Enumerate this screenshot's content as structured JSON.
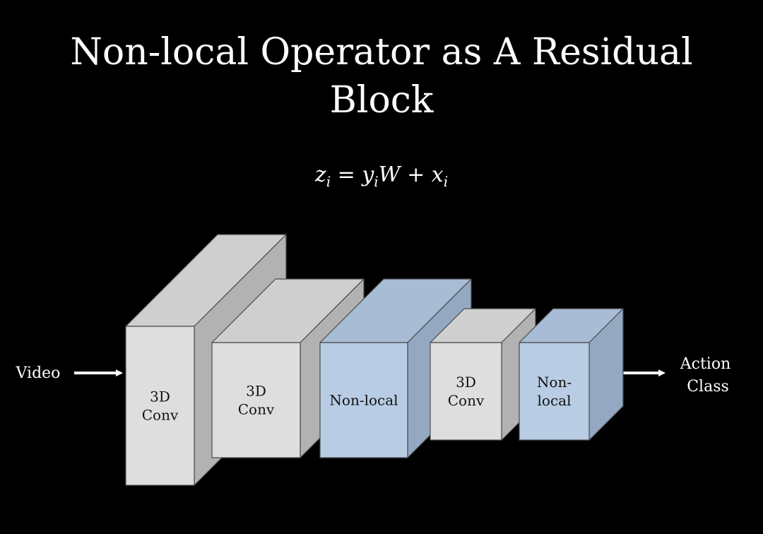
{
  "slide": {
    "title": "Non-local Operator as A Residual Block",
    "formula": {
      "z": "z",
      "z_sub": "i",
      "eq": "=",
      "y": "y",
      "y_sub": "i",
      "w": "W",
      "plus": "+",
      "x": "x",
      "x_sub": "i"
    }
  },
  "diagram": {
    "input_label": "Video",
    "output_label": [
      "Action",
      "Class"
    ],
    "colors": {
      "conv_front": "#dedede",
      "conv_top": "#cfcfcf",
      "conv_side": "#b2b2b2",
      "nonlocal_front": "#b8cce4",
      "nonlocal_top": "#a8bcd6",
      "nonlocal_side": "#94a8c2",
      "edge": "#4a4a4a"
    },
    "blocks": [
      {
        "kind": "conv",
        "label": [
          "3D",
          "Conv"
        ]
      },
      {
        "kind": "conv",
        "label": [
          "3D",
          "Conv"
        ]
      },
      {
        "kind": "nonlocal",
        "label": [
          "Non-local"
        ]
      },
      {
        "kind": "conv",
        "label": [
          "3D",
          "Conv"
        ]
      },
      {
        "kind": "nonlocal",
        "label": [
          "Non-",
          "local"
        ]
      }
    ]
  }
}
